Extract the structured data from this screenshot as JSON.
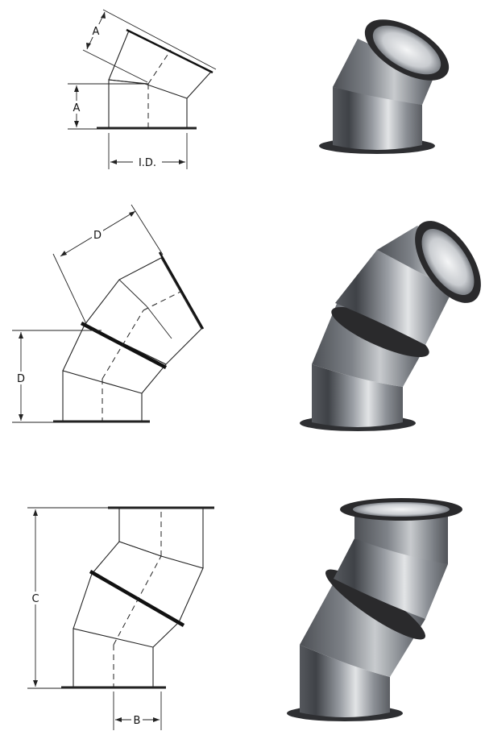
{
  "diagram": {
    "dimension_labels": {
      "a_top": "A",
      "a_side": "A",
      "id": "I.D.",
      "d_top": "D",
      "d_side": "D",
      "c": "C",
      "b": "B"
    },
    "figures": [
      {
        "name": "two-section-elbow"
      },
      {
        "name": "three-section-elbow"
      },
      {
        "name": "offset-elbow"
      }
    ],
    "colors": {
      "line": "#222222",
      "metal_dark": "#4a4d52",
      "metal_mid": "#8a8e94",
      "metal_light": "#d9dcdf",
      "flange": "#2a2a2c"
    }
  }
}
